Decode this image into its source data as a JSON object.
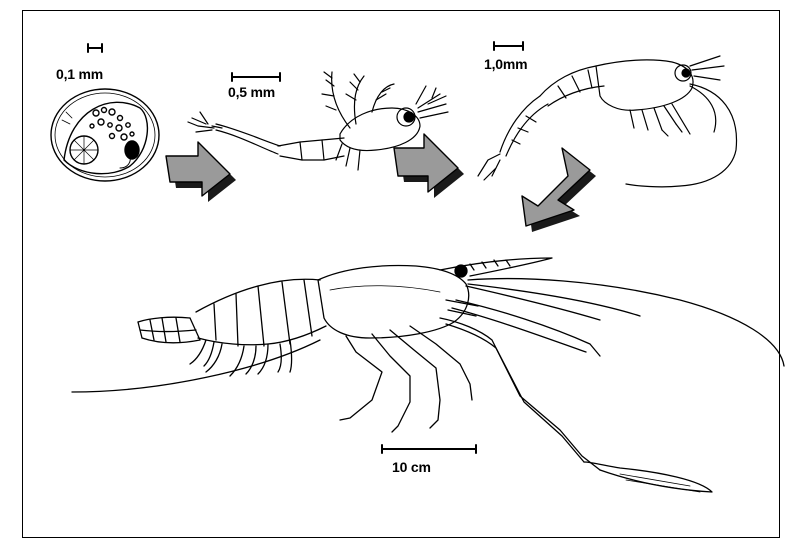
{
  "figure": {
    "stages": [
      {
        "id": "egg",
        "scale_label": "0,1 mm"
      },
      {
        "id": "larva",
        "scale_label": "0,5 mm"
      },
      {
        "id": "juvenile",
        "scale_label": "1,0mm"
      },
      {
        "id": "adult",
        "scale_label": "10 cm"
      }
    ],
    "colors": {
      "ink": "#000000",
      "arrow_fill": "#9a9a9a",
      "arrow_shadow": "#1a1a1a",
      "background": "#ffffff"
    }
  }
}
